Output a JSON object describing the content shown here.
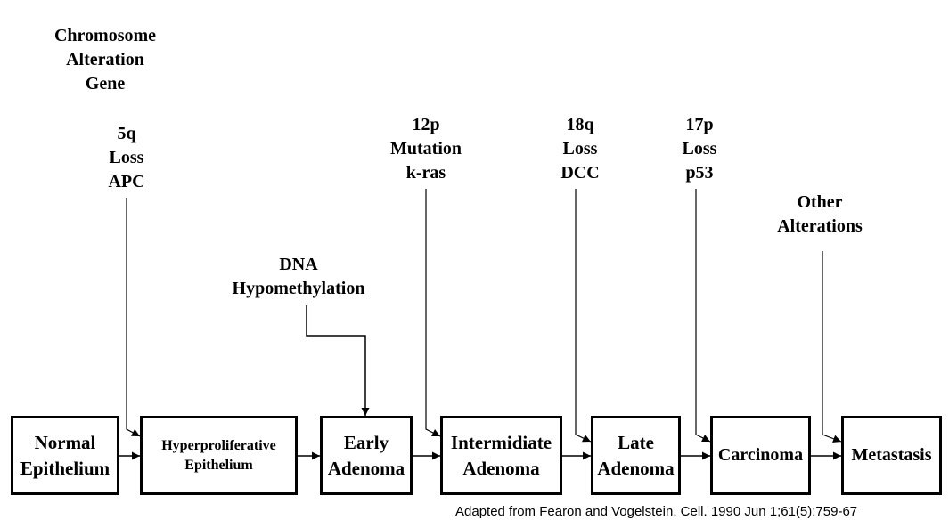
{
  "header": {
    "line1": "Chromosome",
    "line2": "Alteration",
    "line3": "Gene"
  },
  "alterations": {
    "apc": {
      "line1": "5q",
      "line2": "Loss",
      "line3": "APC"
    },
    "dna": {
      "line1": "DNA",
      "line2": "Hypomethylation"
    },
    "kras": {
      "line1": "12p",
      "line2": "Mutation",
      "line3": "k-ras"
    },
    "dcc": {
      "line1": "18q",
      "line2": "Loss",
      "line3": "DCC"
    },
    "p53": {
      "line1": "17p",
      "line2": "Loss",
      "line3": "p53"
    },
    "other": {
      "line1": "Other",
      "line2": "Alterations"
    }
  },
  "stages": {
    "normal": {
      "line1": "Normal",
      "line2": "Epithelium"
    },
    "hyper": {
      "line1": "Hyperproliferative",
      "line2": "Epithelium"
    },
    "early": {
      "line1": "Early",
      "line2": "Adenoma"
    },
    "intermediate": {
      "line1": "Intermidiate",
      "line2": "Adenoma"
    },
    "late": {
      "line1": "Late",
      "line2": "Adenoma"
    },
    "carcinoma": {
      "line1": "Carcinoma"
    },
    "metastasis": {
      "line1": "Metastasis"
    }
  },
  "citation": "Adapted from Fearon and Vogelstein, Cell. 1990 Jun 1;61(5):759-67",
  "colors": {
    "ink": "#000000",
    "background": "#ffffff"
  }
}
